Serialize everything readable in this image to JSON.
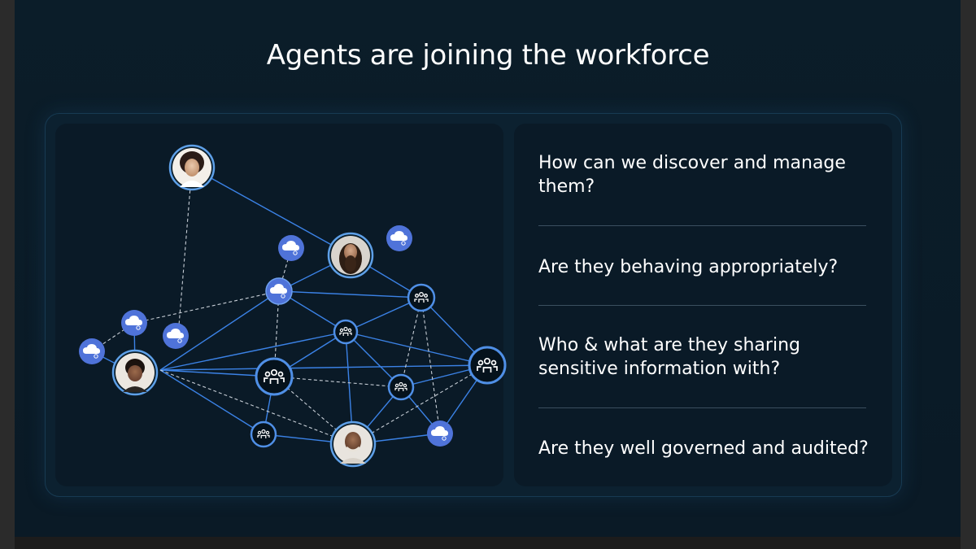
{
  "title": "Agents are joining the workforce",
  "questions": [
    "How can we discover and manage them?",
    "Are they behaving appropriately?",
    "Who & what are they sharing sensitive information with?",
    "Are they well governed and audited?"
  ],
  "icons": {
    "person": "person-avatar-icon",
    "cloud_agent": "cloud-agent-icon",
    "group_agent": "people-group-icon"
  },
  "colors": {
    "background": "#0b1d29",
    "edge": "#3b82e6",
    "cloud_node": "#4f73d9",
    "group_node": "#05121c",
    "text": "#ffffff"
  }
}
